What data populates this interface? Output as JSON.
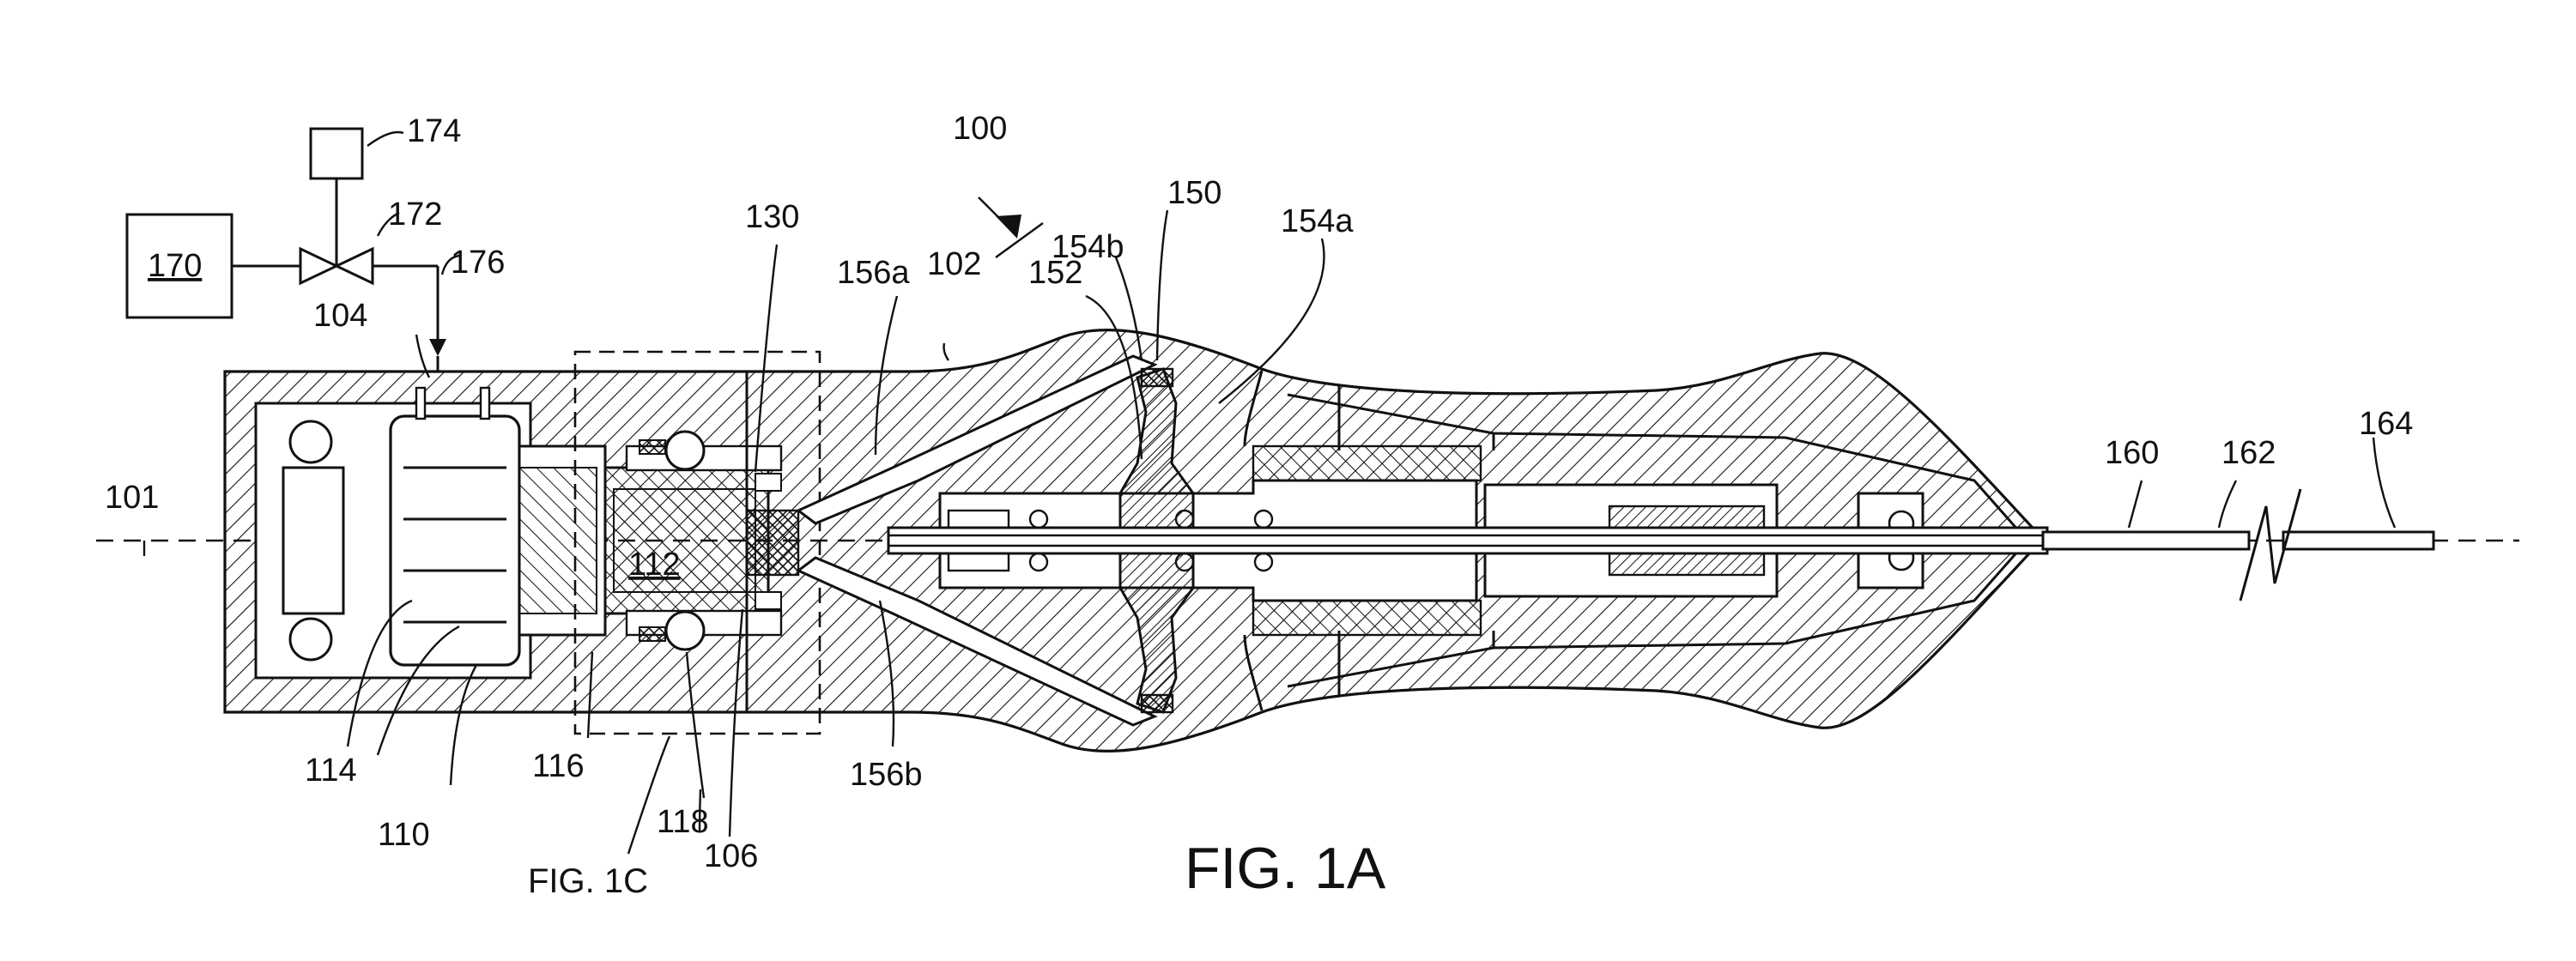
{
  "figure": {
    "title": "FIG. 1A",
    "inset_reference": "FIG. 1C"
  },
  "reference_numerals": {
    "device": "100",
    "axis": "101",
    "housing": "102",
    "port": "104",
    "gap": "106",
    "motor": "110",
    "chamber": "112",
    "rotor": "114",
    "shaft": "116",
    "bearing": "118",
    "seal_region": "130",
    "hub": "150",
    "inner_part": "152",
    "blade_a": "154a",
    "blade_b": "154b",
    "channel_a": "156a",
    "channel_b": "156b",
    "probe": "160",
    "sheath": "162",
    "tip": "164",
    "source": "170",
    "source_box": "170",
    "valve": "172",
    "controller": "174",
    "line": "176"
  },
  "colors": {
    "ink": "#111111",
    "hatch": "#111111",
    "paper": "#ffffff"
  }
}
